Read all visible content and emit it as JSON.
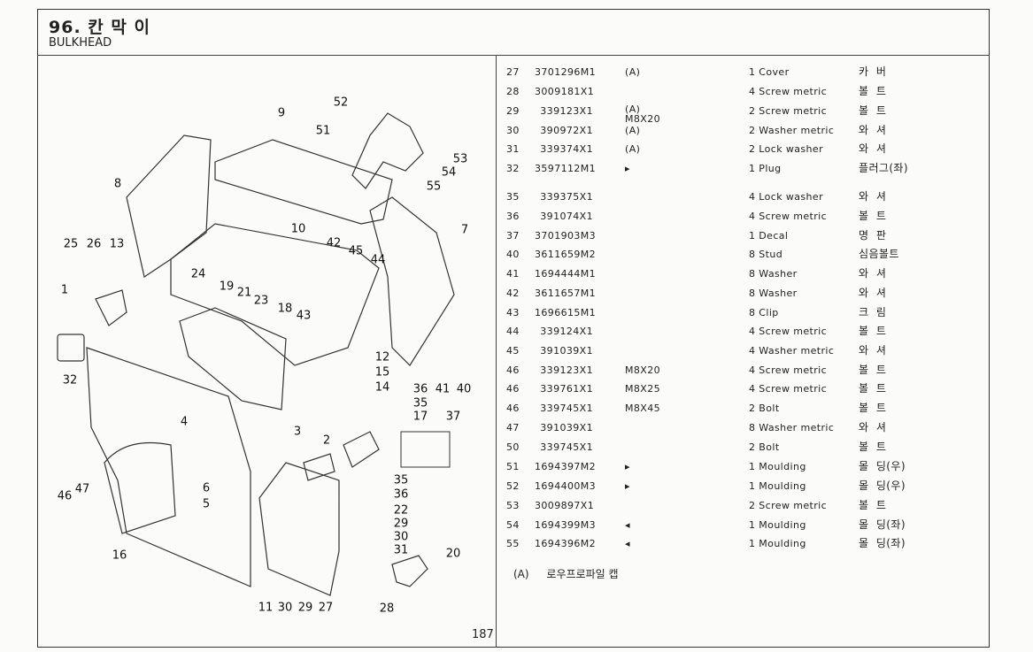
{
  "header": {
    "title": "96. 칸 막 이",
    "subtitle": "BULKHEAD"
  },
  "diagram": {
    "callouts": [
      "52",
      "9",
      "51",
      "53",
      "54",
      "55",
      "8",
      "7",
      "10",
      "42",
      "45",
      "44",
      "25",
      "26",
      "13",
      "24",
      "19",
      "21",
      "23",
      "1",
      "18",
      "43",
      "32",
      "12",
      "15",
      "14",
      "36",
      "41",
      "40",
      "35",
      "17",
      "37",
      "4",
      "3",
      "2",
      "46",
      "47",
      "6",
      "5",
      "35",
      "36",
      "22",
      "29",
      "30",
      "31",
      "20",
      "16",
      "11",
      "30",
      "29",
      "27",
      "28"
    ],
    "page_number": "187"
  },
  "parts_table": {
    "rows": [
      {
        "ref": "27",
        "part": "3701296M1",
        "note": "(A)",
        "desc": "1 Cover",
        "kor": "카  버"
      },
      {
        "ref": "28",
        "part": "3009181X1",
        "note": "",
        "desc": "4 Screw metric",
        "kor": "볼  트"
      },
      {
        "ref": "29",
        "part": "339123X1",
        "note": "(A)\nM8X20",
        "desc": "2 Screw metric",
        "kor": "볼  트"
      },
      {
        "ref": "30",
        "part": "390972X1",
        "note": "(A)",
        "desc": "2 Washer metric",
        "kor": "와  셔"
      },
      {
        "ref": "31",
        "part": "339374X1",
        "note": "(A)",
        "desc": "2 Lock washer",
        "kor": "와  셔"
      },
      {
        "ref": "32",
        "part": "3597112M1",
        "note": "▸",
        "desc": "1 Plug",
        "kor": "플러그(좌)"
      },
      {
        "ref": "35",
        "part": "339375X1",
        "note": "",
        "desc": "4 Lock washer",
        "kor": "와  셔"
      },
      {
        "ref": "36",
        "part": "391074X1",
        "note": "",
        "desc": "4 Screw metric",
        "kor": "볼  트"
      },
      {
        "ref": "37",
        "part": "3701903M3",
        "note": "",
        "desc": "1 Decal",
        "kor": "명  판"
      },
      {
        "ref": "40",
        "part": "3611659M2",
        "note": "",
        "desc": "8 Stud",
        "kor": "심음볼트"
      },
      {
        "ref": "41",
        "part": "1694444M1",
        "note": "",
        "desc": "8 Washer",
        "kor": "와  셔"
      },
      {
        "ref": "42",
        "part": "3611657M1",
        "note": "",
        "desc": "8 Washer",
        "kor": "와  셔"
      },
      {
        "ref": "43",
        "part": "1696615M1",
        "note": "",
        "desc": "8 Clip",
        "kor": "크  림"
      },
      {
        "ref": "44",
        "part": "339124X1",
        "note": "",
        "desc": "4 Screw metric",
        "kor": "볼  트"
      },
      {
        "ref": "45",
        "part": "391039X1",
        "note": "",
        "desc": "4 Washer metric",
        "kor": "와  셔"
      },
      {
        "ref": "46",
        "part": "339123X1",
        "note": "M8X20",
        "desc": "4 Screw metric",
        "kor": "볼  트"
      },
      {
        "ref": "46",
        "part": "339761X1",
        "note": "M8X25",
        "desc": "4 Screw metric",
        "kor": "볼  트"
      },
      {
        "ref": "46",
        "part": "339745X1",
        "note": "M8X45",
        "desc": "2 Bolt",
        "kor": "볼  트"
      },
      {
        "ref": "47",
        "part": "391039X1",
        "note": "",
        "desc": "8 Washer metric",
        "kor": "와  셔"
      },
      {
        "ref": "50",
        "part": "339745X1",
        "note": "",
        "desc": "2 Bolt",
        "kor": "볼  트"
      },
      {
        "ref": "51",
        "part": "1694397M2",
        "note": "▸",
        "desc": "1 Moulding",
        "kor": "몰  딩(우)"
      },
      {
        "ref": "52",
        "part": "1694400M3",
        "note": "▸",
        "desc": "1 Moulding",
        "kor": "몰  딩(우)"
      },
      {
        "ref": "53",
        "part": "3009897X1",
        "note": "",
        "desc": "2 Screw metric",
        "kor": "볼  트"
      },
      {
        "ref": "54",
        "part": "1694399M3",
        "note": "◂",
        "desc": "1 Moulding",
        "kor": "몰  딩(좌)"
      },
      {
        "ref": "55",
        "part": "1694396M2",
        "note": "◂",
        "desc": "1 Moulding",
        "kor": "몰  딩(좌)"
      }
    ],
    "footnote": {
      "key": "(A)",
      "text": "로우프로파일 캡"
    }
  }
}
